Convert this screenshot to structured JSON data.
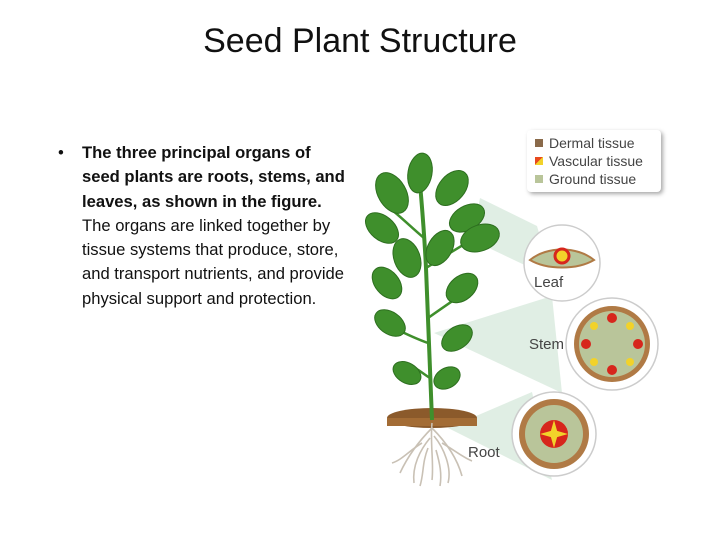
{
  "slide": {
    "title": "Seed Plant Structure"
  },
  "bullet": {
    "marker": "•",
    "bold_text": "The three principal organs of seed plants are roots, stems, and leaves, as shown in the figure.",
    "normal_text": " The organs are linked together by tissue systems that produce, store, and transport nutrients, and provide physical support and protection."
  },
  "figure": {
    "legend": [
      {
        "label": "Dermal tissue",
        "color": "#8a6a4a"
      },
      {
        "label": "Vascular tissue",
        "color": "#e84a1e"
      },
      {
        "label": "Ground tissue",
        "color": "#b9c59a"
      }
    ],
    "labels": {
      "leaf": "Leaf",
      "stem": "Stem",
      "root": "Root"
    },
    "colors": {
      "plant_green": "#3f8f2c",
      "leaf_dark": "#2d6e1f",
      "callout_green": "#d8eadd",
      "soil": "#8b5a2b",
      "dermal": "#b07a45",
      "ground": "#b9c59a",
      "vascular_red": "#d7261c",
      "vascular_yellow": "#f2d22a"
    }
  }
}
